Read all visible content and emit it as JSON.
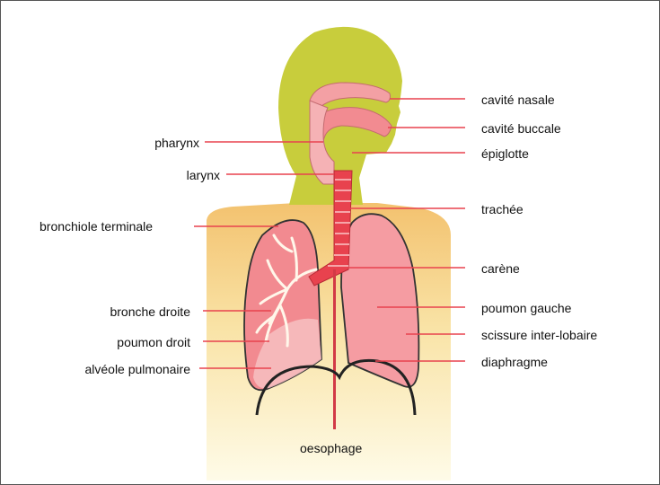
{
  "labels": {
    "cavite_nasale": "cavité nasale",
    "cavite_buccale": "cavité buccale",
    "epiglotte": "épiglotte",
    "pharynx": "pharynx",
    "larynx": "larynx",
    "trachee": "trachée",
    "bronchiole_terminale": "bronchiole terminale",
    "carene": "carène",
    "poumon_gauche": "poumon gauche",
    "bronche_droite": "bronche droite",
    "scissure": "scissure inter-lobaire",
    "poumon_droit": "poumon droit",
    "diaphragme": "diaphragme",
    "alveole": "alvéole pulmonaire",
    "oesophage": "oesophage"
  },
  "colors": {
    "head": "#c6cc3c",
    "torso_top": "#f4c77a",
    "torso_bottom": "#fdf7d8",
    "lung": "#f59aa0",
    "trachea": "#e8424e",
    "leader_line": "#e8424e"
  }
}
